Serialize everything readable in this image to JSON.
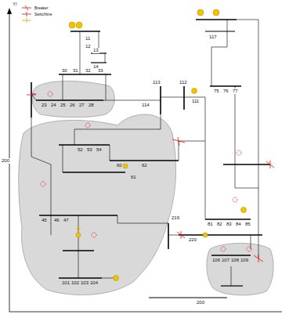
{
  "diagram": {
    "labels": [
      "Y/",
      "200",
      "200",
      "11",
      "12",
      "13",
      "14",
      "30",
      "31",
      "32",
      "33",
      "23",
      "24",
      "25",
      "26",
      "27",
      "28",
      "113",
      "114",
      "112",
      "111",
      "117",
      "75",
      "76",
      "77",
      "81",
      "82",
      "83",
      "84",
      "85",
      "106",
      "107",
      "108",
      "109",
      "52",
      "53",
      "54",
      "60",
      "61",
      "62",
      "45",
      "46",
      "47",
      "101",
      "102",
      "103",
      "104",
      "219",
      "220"
    ],
    "legend": [
      {
        "text": "Breaker"
      },
      {
        "text": "Switchline"
      }
    ]
  }
}
